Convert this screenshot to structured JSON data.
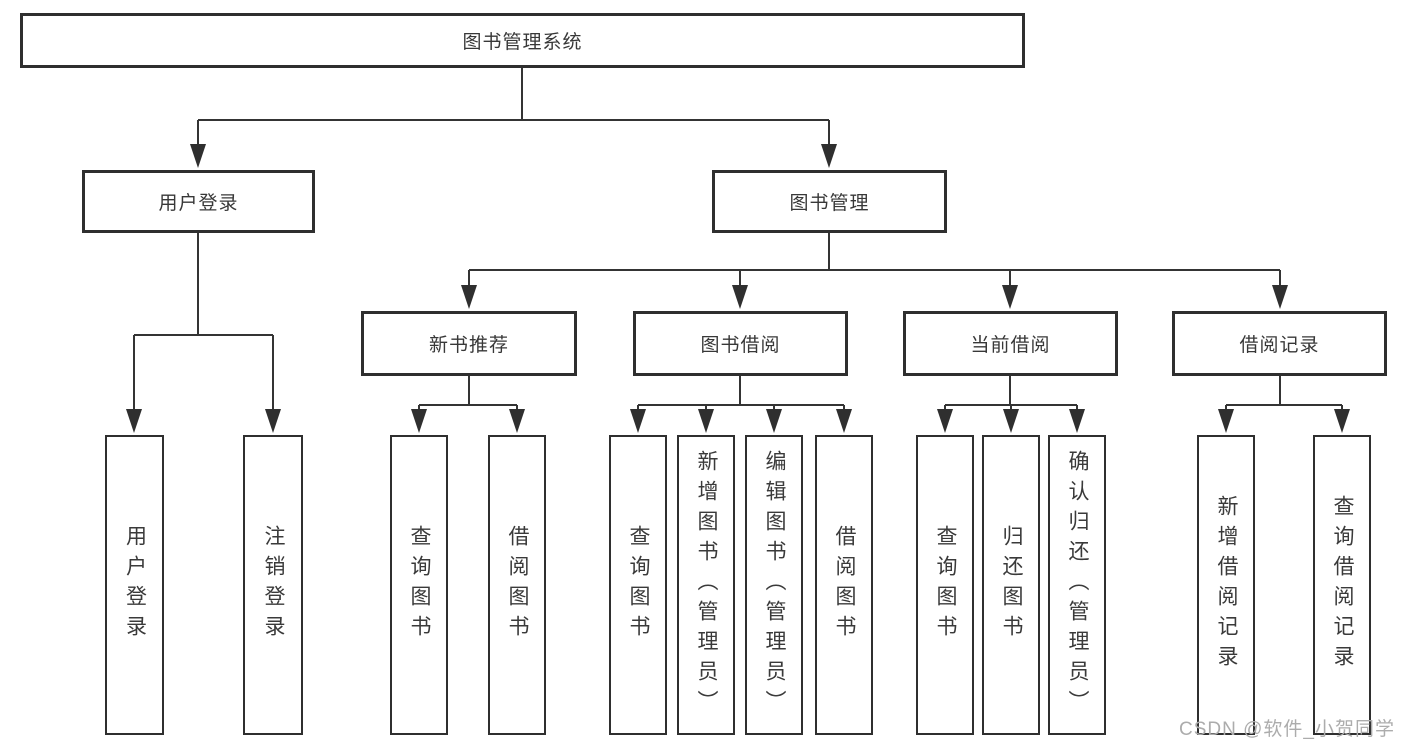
{
  "colors": {
    "background": "#ffffff",
    "line": "#343434",
    "box_border": "#2f2f2f",
    "text": "#383838",
    "watermark": "#acacac"
  },
  "watermark": {
    "text": "CSDN @软件_小贺同学"
  },
  "tree": {
    "root": {
      "label": "图书管理系统"
    },
    "branches": [
      {
        "label": "用户登录",
        "children": [
          {
            "label": "用户登录"
          },
          {
            "label": "注销登录"
          }
        ]
      },
      {
        "label": "图书管理",
        "children": [
          {
            "label": "新书推荐",
            "children": [
              {
                "label": "查询图书"
              },
              {
                "label": "借阅图书"
              }
            ]
          },
          {
            "label": "图书借阅",
            "children": [
              {
                "label": "查询图书"
              },
              {
                "label": "新增图书（管理员）"
              },
              {
                "label": "编辑图书（管理员）"
              },
              {
                "label": "借阅图书"
              }
            ]
          },
          {
            "label": "当前借阅",
            "children": [
              {
                "label": "查询图书"
              },
              {
                "label": "归还图书"
              },
              {
                "label": "确认归还（管理员）"
              }
            ]
          },
          {
            "label": "借阅记录",
            "children": [
              {
                "label": "新增借阅记录"
              },
              {
                "label": "查询借阅记录"
              }
            ]
          }
        ]
      }
    ]
  }
}
